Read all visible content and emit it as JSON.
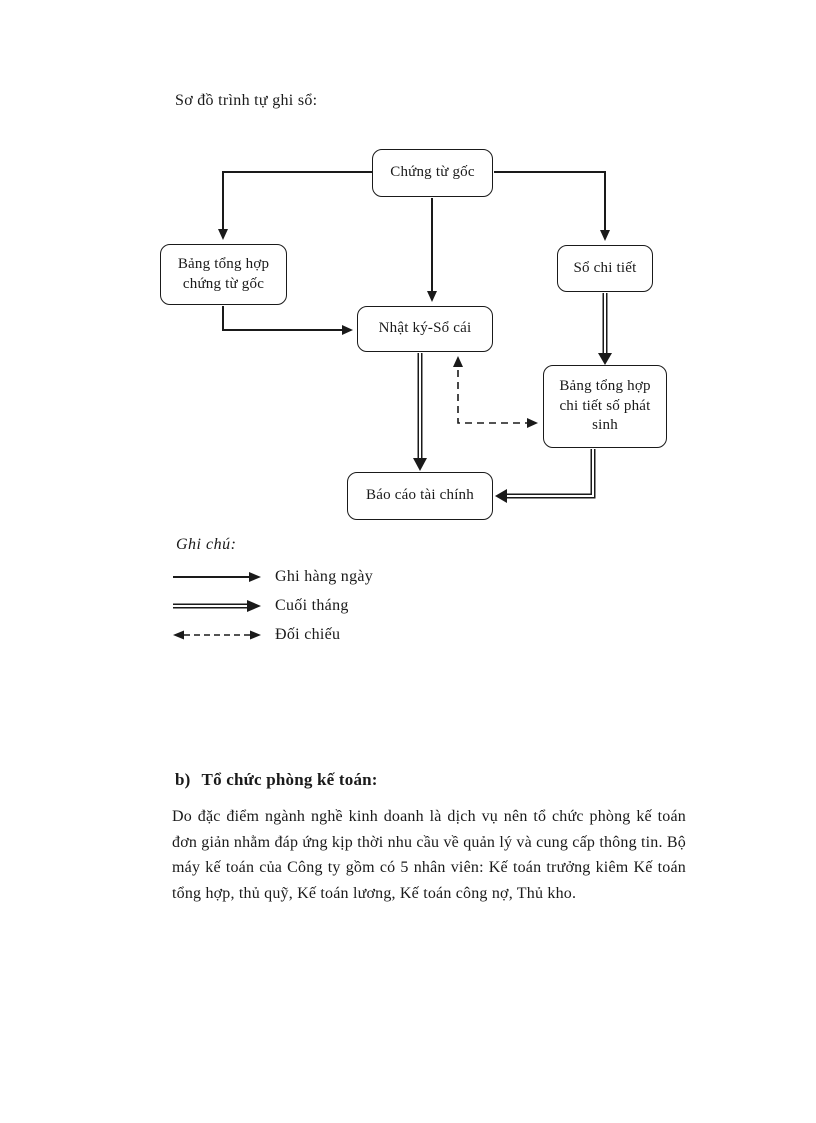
{
  "page": {
    "title": "Sơ đồ trình tự ghi sổ:"
  },
  "diagram": {
    "nodes": {
      "chung_tu_goc": "Chứng từ gốc",
      "bang_tong_hop_chung_tu_goc": "Bảng tổng hợp chứng từ gốc",
      "so_chi_tiet": "Sổ chi tiết",
      "nhat_ky_so_cai": "Nhật ký-Sổ cái",
      "bang_tong_hop_chi_tiet": "Bảng tổng hợp chi tiết số phát sinh",
      "bao_cao_tai_chinh": "Báo cáo tài chính"
    },
    "legend": {
      "title": "Ghi chú:",
      "items": [
        {
          "style": "solid",
          "label": "Ghi hàng ngày"
        },
        {
          "style": "double",
          "label": "Cuối tháng"
        },
        {
          "style": "dashed",
          "label": "Đối chiếu"
        }
      ]
    }
  },
  "section": {
    "marker": "b)",
    "heading": "Tổ chức phòng kế toán:",
    "body": "Do đặc điểm ngành nghề kinh doanh là dịch vụ nên tổ chức phòng kế toán đơn giản nhằm đáp ứng kịp thời nhu cầu về quản lý và cung cấp thông tin. Bộ máy kế toán của Công ty gồm có 5 nhân viên: Kế toán trưởng kiêm Kế toán tổng hợp, thủ quỹ, Kế toán lương, Kế toán công nợ, Thủ kho."
  },
  "colors": {
    "ink": "#1a1a1a",
    "paper": "#ffffff"
  }
}
